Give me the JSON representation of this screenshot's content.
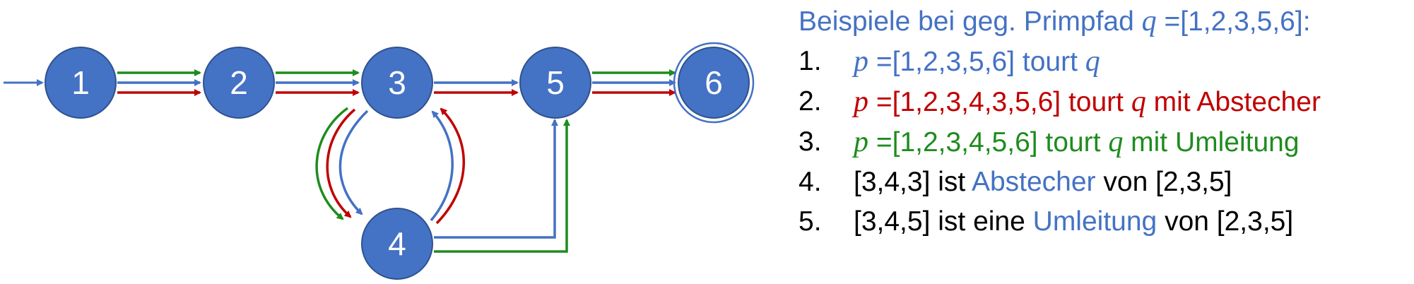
{
  "colors": {
    "node_fill": "#4472C4",
    "node_stroke": "#2F528F",
    "blue": "#4472C4",
    "red": "#C00000",
    "green": "#1E8C1E",
    "text": "#000000"
  },
  "graph": {
    "nodes": [
      {
        "id": "1",
        "label": "1"
      },
      {
        "id": "2",
        "label": "2"
      },
      {
        "id": "3",
        "label": "3"
      },
      {
        "id": "4",
        "label": "4"
      },
      {
        "id": "5",
        "label": "5"
      },
      {
        "id": "6",
        "label": "6",
        "final": true
      }
    ],
    "start_node": "1",
    "paths": [
      {
        "color": "blue",
        "sequence": [
          "1",
          "2",
          "3",
          "5",
          "6"
        ]
      },
      {
        "color": "red",
        "sequence": [
          "1",
          "2",
          "3",
          "4",
          "3",
          "5",
          "6"
        ]
      },
      {
        "color": "green",
        "sequence": [
          "1",
          "2",
          "3",
          "4",
          "5",
          "6"
        ]
      }
    ]
  },
  "text": {
    "heading_pre": "Beispiele bei geg. Primpfad ",
    "heading_q": "q",
    "heading_post": " =[1,2,3,5,6]:",
    "items": [
      {
        "num": "1.",
        "p": "p",
        "seq": " =[1,2,3,5,6] tourt ",
        "q": "q",
        "rest": ""
      },
      {
        "num": "2.",
        "p": "p",
        "seq": " =[1,2,3,4,3,5,6] tourt ",
        "q": "q",
        "rest": " mit Abstecher"
      },
      {
        "num": "3.",
        "p": "p",
        "seq": " =[1,2,3,4,5,6] tourt ",
        "q": "q",
        "rest": " mit Umleitung"
      },
      {
        "num": "4.",
        "a": "[3,4,3] ist ",
        "term": "Abstecher",
        "b": " von [2,3,5]"
      },
      {
        "num": "5.",
        "a": "[3,4,5] ist eine ",
        "term": "Umleitung",
        "b": " von [2,3,5]"
      }
    ]
  }
}
